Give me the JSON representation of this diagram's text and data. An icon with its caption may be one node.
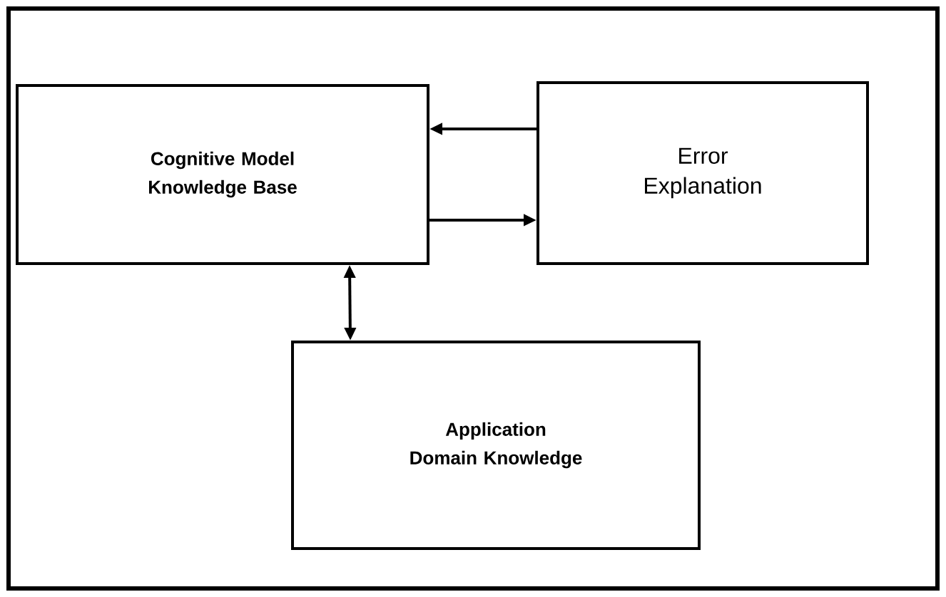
{
  "diagram": {
    "nodes": [
      {
        "text": [
          "Cognitive Model Knowledge Base"
        ]
      },
      {
        "text": [
          "Error Explanation"
        ]
      },
      {
        "text": [
          "Application Domain Knowledge"
        ]
      }
    ],
    "edges": [
      {
        "from": 1,
        "to": 0,
        "arrow": "to"
      },
      {
        "from": 0,
        "to": 1,
        "arrow": "to"
      },
      {
        "from": 0,
        "to": 2,
        "arrow": "both"
      }
    ]
  }
}
